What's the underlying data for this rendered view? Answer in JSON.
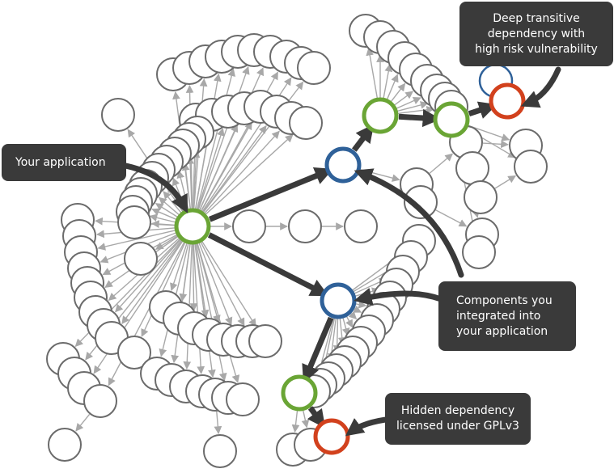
{
  "callouts": {
    "your_application": "Your application",
    "deep_dependency": "Deep transitive\ndependency with\nhigh risk vulnerability",
    "components": "Components you\nintegrated into\nyour application",
    "hidden_dependency": "Hidden dependency\nlicensed under GPLv3"
  },
  "colors": {
    "node_stroke": "#6b6b6b",
    "application": "#6aa535",
    "component": "#2f6199",
    "risk": "#d2411d",
    "thin_edge": "#a8a8a8",
    "thick_edge": "#3a3a3a",
    "callout_bg": "#3a3a3a",
    "callout_text": "#ffffff"
  },
  "legend": {
    "application_node": "green ring",
    "component_node": "blue ring",
    "risk_node": "red ring",
    "dependency_node": "gray ring"
  }
}
